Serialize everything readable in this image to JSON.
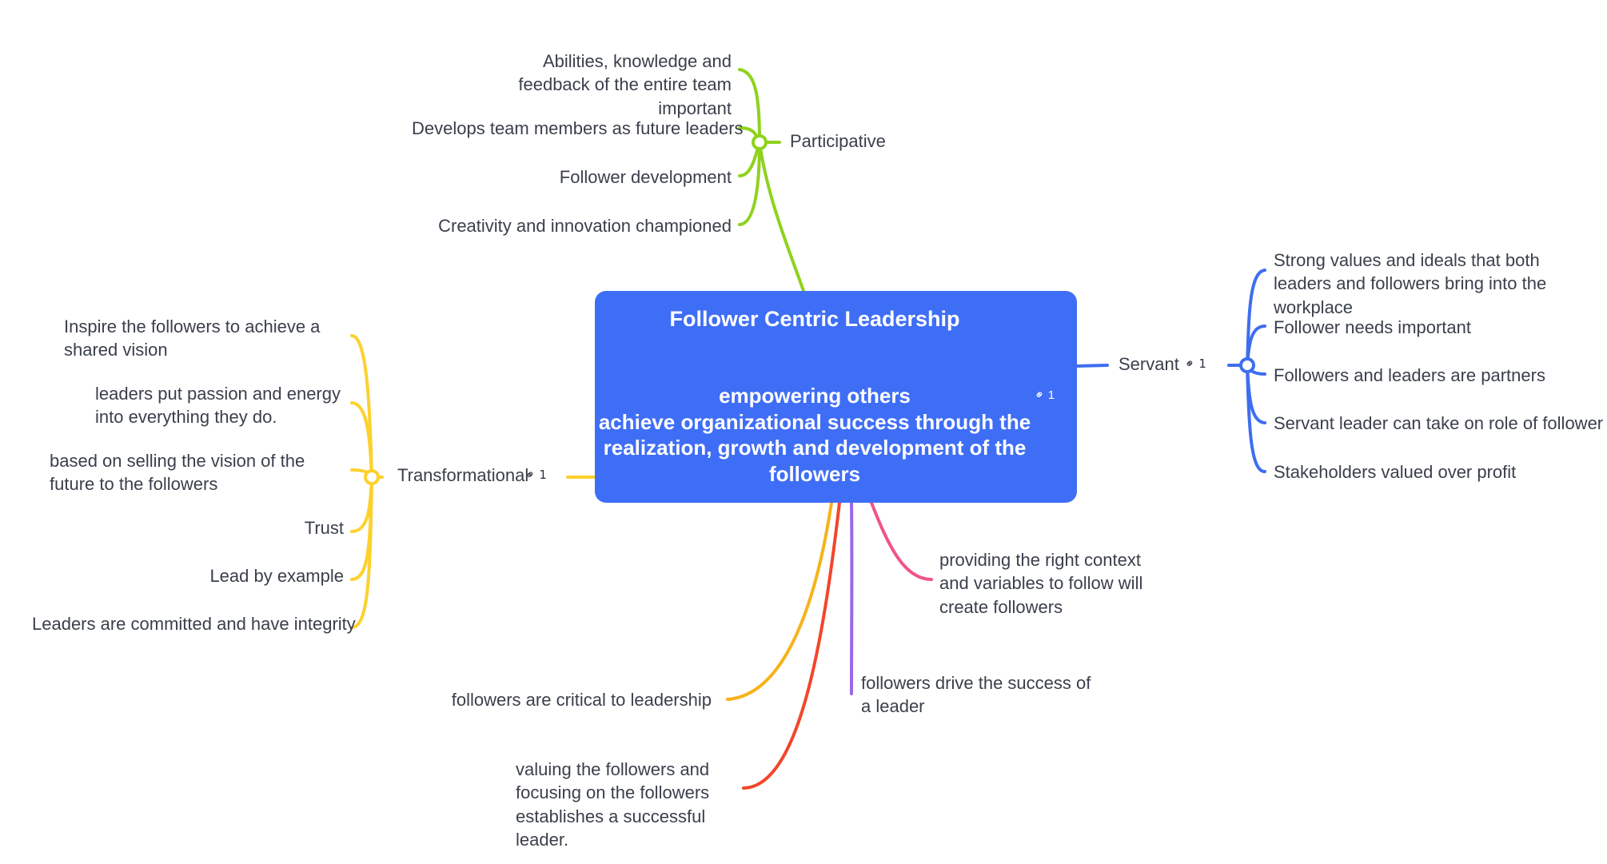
{
  "central": {
    "title": "Follower Centric Leadership",
    "lines": [
      "empowering others",
      "achieve organizational success through the",
      "realization, growth and development of the",
      "followers"
    ],
    "link_count": "1"
  },
  "branches": {
    "participative": {
      "label": "Participative",
      "color": "#8fd21e",
      "children": [
        "Abilities, knowledge and feedback of the entire team important",
        "Develops team members as future leaders",
        "Follower development",
        "Creativity and innovation championed"
      ]
    },
    "servant": {
      "label": "Servant",
      "color": "#3e6ef0",
      "link_count": "1",
      "children": [
        "Strong values and ideals that both leaders and followers bring into the workplace",
        "Follower needs important",
        "Followers and leaders are partners",
        "Servant leader can take on role of follower",
        "Stakeholders valued over profit"
      ]
    },
    "transformational": {
      "label": "Transformational",
      "color": "#fdd12d",
      "link_count": "1",
      "children": [
        "Inspire the followers to achieve a shared vision",
        "leaders put passion and energy into everything they do.",
        "based on selling the vision of the future to the followers",
        "Trust",
        "Lead by example",
        "Leaders are committed and have integrity"
      ]
    },
    "context": {
      "label": "providing the right context and variables to follow will create followers",
      "color": "#f25486"
    },
    "drive": {
      "label": "followers drive the success of a leader",
      "color": "#9b66e6"
    },
    "critical": {
      "label": "followers are critical to leadership",
      "color": "#f7b21b"
    },
    "valuing": {
      "label": "valuing the followers and focusing on the followers establishes a successful leader.",
      "color": "#f2462c"
    }
  }
}
